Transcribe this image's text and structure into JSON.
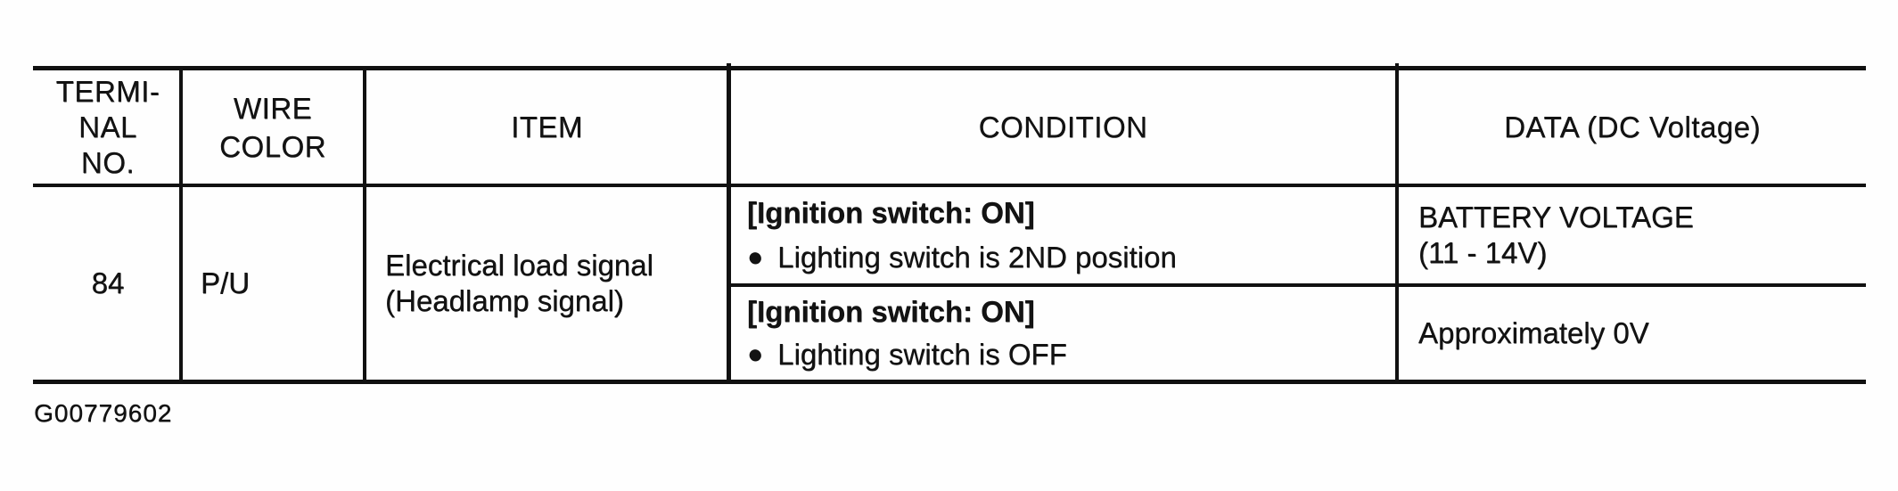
{
  "figure_label": "G00779602",
  "bullet_icon": "●",
  "table": {
    "headers": {
      "terminal": "TERMI-\nNAL\nNO.",
      "wire_color": "WIRE\nCOLOR",
      "item": "ITEM",
      "condition": "CONDITION",
      "data": "DATA (DC Voltage)"
    },
    "row": {
      "terminal_no": "84",
      "wire_color": "P/U",
      "item": "Electrical load signal\n(Headlamp signal)",
      "conditions": [
        {
          "state": "[Ignition switch: ON]",
          "detail": "Lighting switch is 2ND position",
          "data": "BATTERY VOLTAGE\n(11 - 14V)"
        },
        {
          "state": "[Ignition switch: ON]",
          "detail": "Lighting switch is OFF",
          "data": "Approximately 0V"
        }
      ]
    },
    "colors": {
      "line": "#111111",
      "text": "#131313",
      "background": "#fefefe"
    }
  }
}
